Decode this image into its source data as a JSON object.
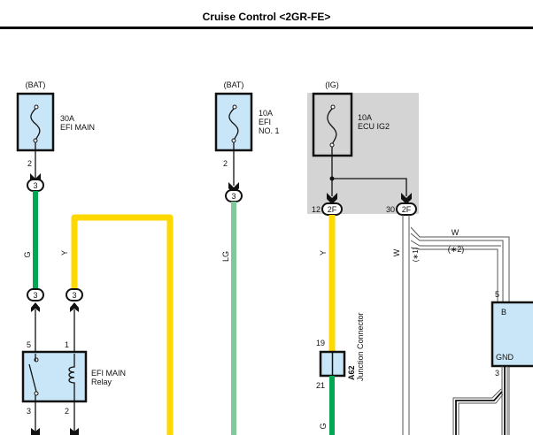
{
  "title": "Cruise Control <2GR-FE>",
  "colors": {
    "fuse_fill": "#c8e6f8",
    "ig_area": "#d4d4d4",
    "wire_green": "#00a651",
    "wire_yellow": "#ffd800",
    "wire_light_green": "#80c99b",
    "wire_white": "#ffffff"
  },
  "fuses": [
    {
      "source": "(BAT)",
      "rating": "30A",
      "name_line1": "EFI MAIN",
      "name_line2": "",
      "pin": "2",
      "connector": "3"
    },
    {
      "source": "(BAT)",
      "rating": "10A",
      "name_line1": "EFI",
      "name_line2": "NO. 1",
      "pin": "2",
      "connector": "3"
    },
    {
      "source": "(IG)",
      "rating": "10A",
      "name_line1": "ECU IG2",
      "name_line2": "",
      "pin_left": "12",
      "pin_right": "30",
      "connector": "2F"
    }
  ],
  "wires": {
    "g1": "G",
    "y1": "Y",
    "lg": "LG",
    "y2": "Y",
    "w1": "W",
    "w2": "W",
    "note1": "(∗1)",
    "note2": "(∗2)",
    "g2": "G"
  },
  "relay": {
    "name_line1": "EFI MAIN",
    "name_line2": "Relay",
    "connector_left": "3",
    "connector_right": "3",
    "pin_top_left": "5",
    "pin_top_right": "1",
    "pin_bottom_left": "3",
    "pin_bottom_right": "2"
  },
  "junction": {
    "id": "A62",
    "label": "Junction Connector",
    "pin_top": "19",
    "pin_bottom": "21"
  },
  "ecu": {
    "pin_b": "5",
    "label_b": "B",
    "pin_gnd": "3",
    "label_gnd": "GND"
  }
}
